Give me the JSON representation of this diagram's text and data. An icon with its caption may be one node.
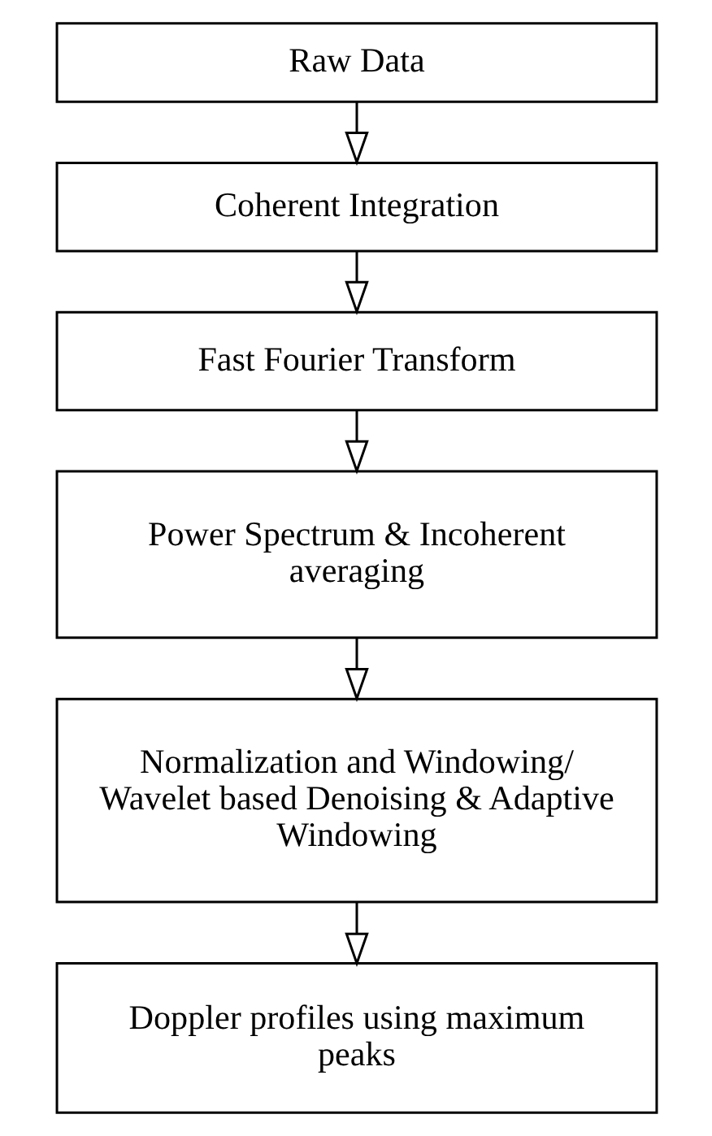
{
  "diagram": {
    "nodes": [
      {
        "text": [
          "Raw Data"
        ]
      },
      {
        "text": [
          "Coherent Integration"
        ]
      },
      {
        "text": [
          "Fast Fourier Transform"
        ]
      },
      {
        "text": [
          "Power Spectrum & Incoherent averaging"
        ]
      },
      {
        "text": [
          "Normalization and Windowing/ Wavelet based Denoising & Adaptive Windowing"
        ]
      },
      {
        "text": [
          "Doppler profiles using maximum peaks"
        ]
      }
    ],
    "edges": [
      {
        "from": 0,
        "to": 1,
        "arrow": "to"
      },
      {
        "from": 1,
        "to": 2,
        "arrow": "to"
      },
      {
        "from": 2,
        "to": 3,
        "arrow": "to"
      },
      {
        "from": 3,
        "to": 4,
        "arrow": "to"
      },
      {
        "from": 4,
        "to": 5,
        "arrow": "to"
      }
    ]
  }
}
